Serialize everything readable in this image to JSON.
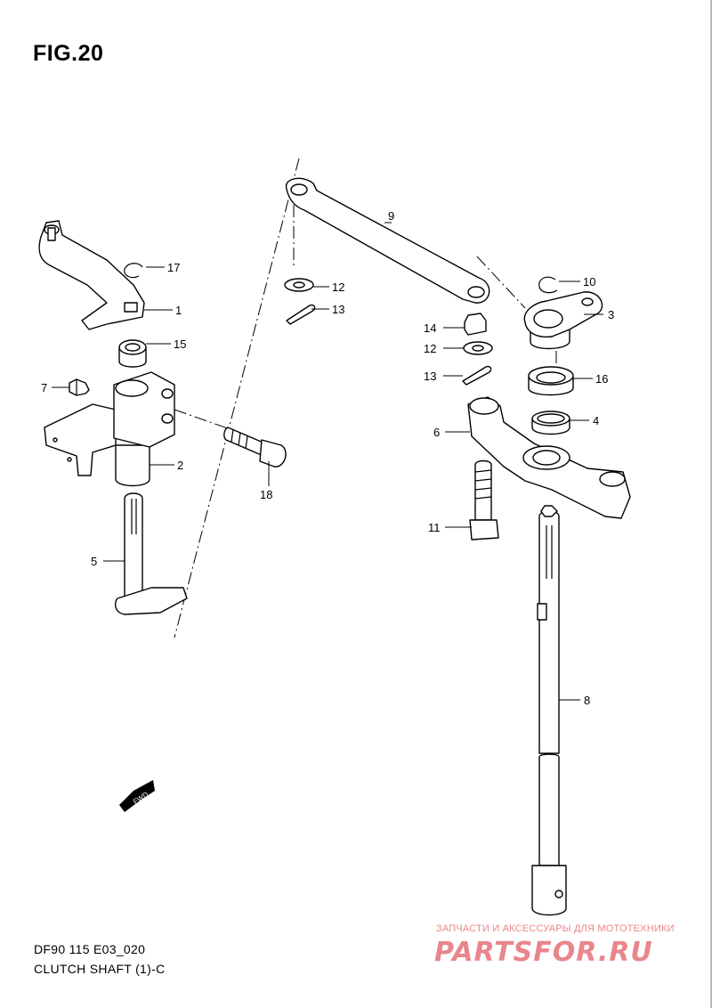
{
  "figure": {
    "title": "FIG.20"
  },
  "callouts": {
    "p1": "1",
    "p2": "2",
    "p3": "3",
    "p4": "4",
    "p5": "5",
    "p6": "6",
    "p7": "7",
    "p8": "8",
    "p9": "9",
    "p10": "10",
    "p11": "11",
    "p12a": "12",
    "p12b": "12",
    "p13a": "13",
    "p13b": "13",
    "p14": "14",
    "p15": "15",
    "p16": "16",
    "p17": "17",
    "p18": "18"
  },
  "direction_marker": {
    "label": "FWD"
  },
  "footer": {
    "model": "DF90 115 E03_020",
    "caption": "CLUTCH SHAFT (1)-C"
  },
  "watermark": {
    "tagline": "ЗАПЧАСТИ И АКСЕССУАРЫ ДЛЯ МОТОТЕХНИКИ",
    "logo": "PARTSFOR.RU"
  }
}
